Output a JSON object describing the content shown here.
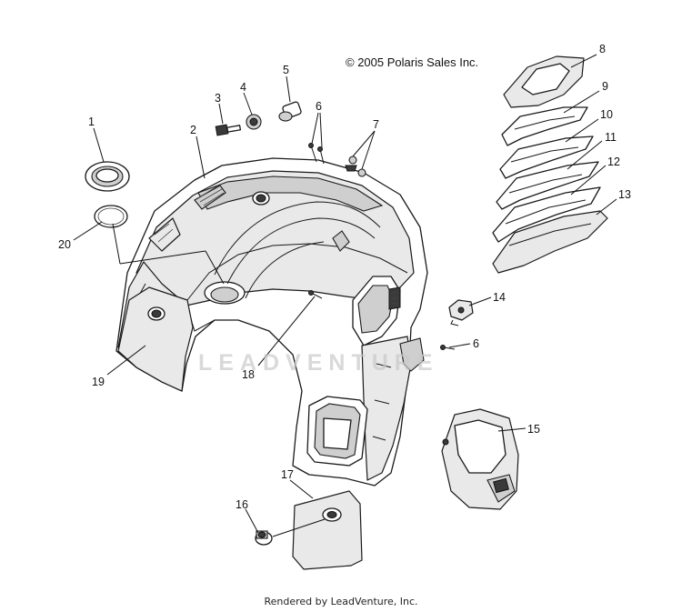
{
  "header": {
    "copyright": "© 2005 Polaris Sales Inc."
  },
  "watermark": {
    "text": "LEADVENTURE"
  },
  "footer": {
    "rendered_by": "Rendered by LeadVenture, Inc."
  },
  "callouts": [
    "1",
    "2",
    "3",
    "4",
    "5",
    "6",
    "7",
    "8",
    "9",
    "10",
    "11",
    "12",
    "13",
    "14",
    "6",
    "15",
    "16",
    "17",
    "18",
    "19",
    "20"
  ],
  "colors": {
    "line": "#1a1a1a",
    "watermark": "#c9c9c9",
    "background": "#ffffff"
  }
}
